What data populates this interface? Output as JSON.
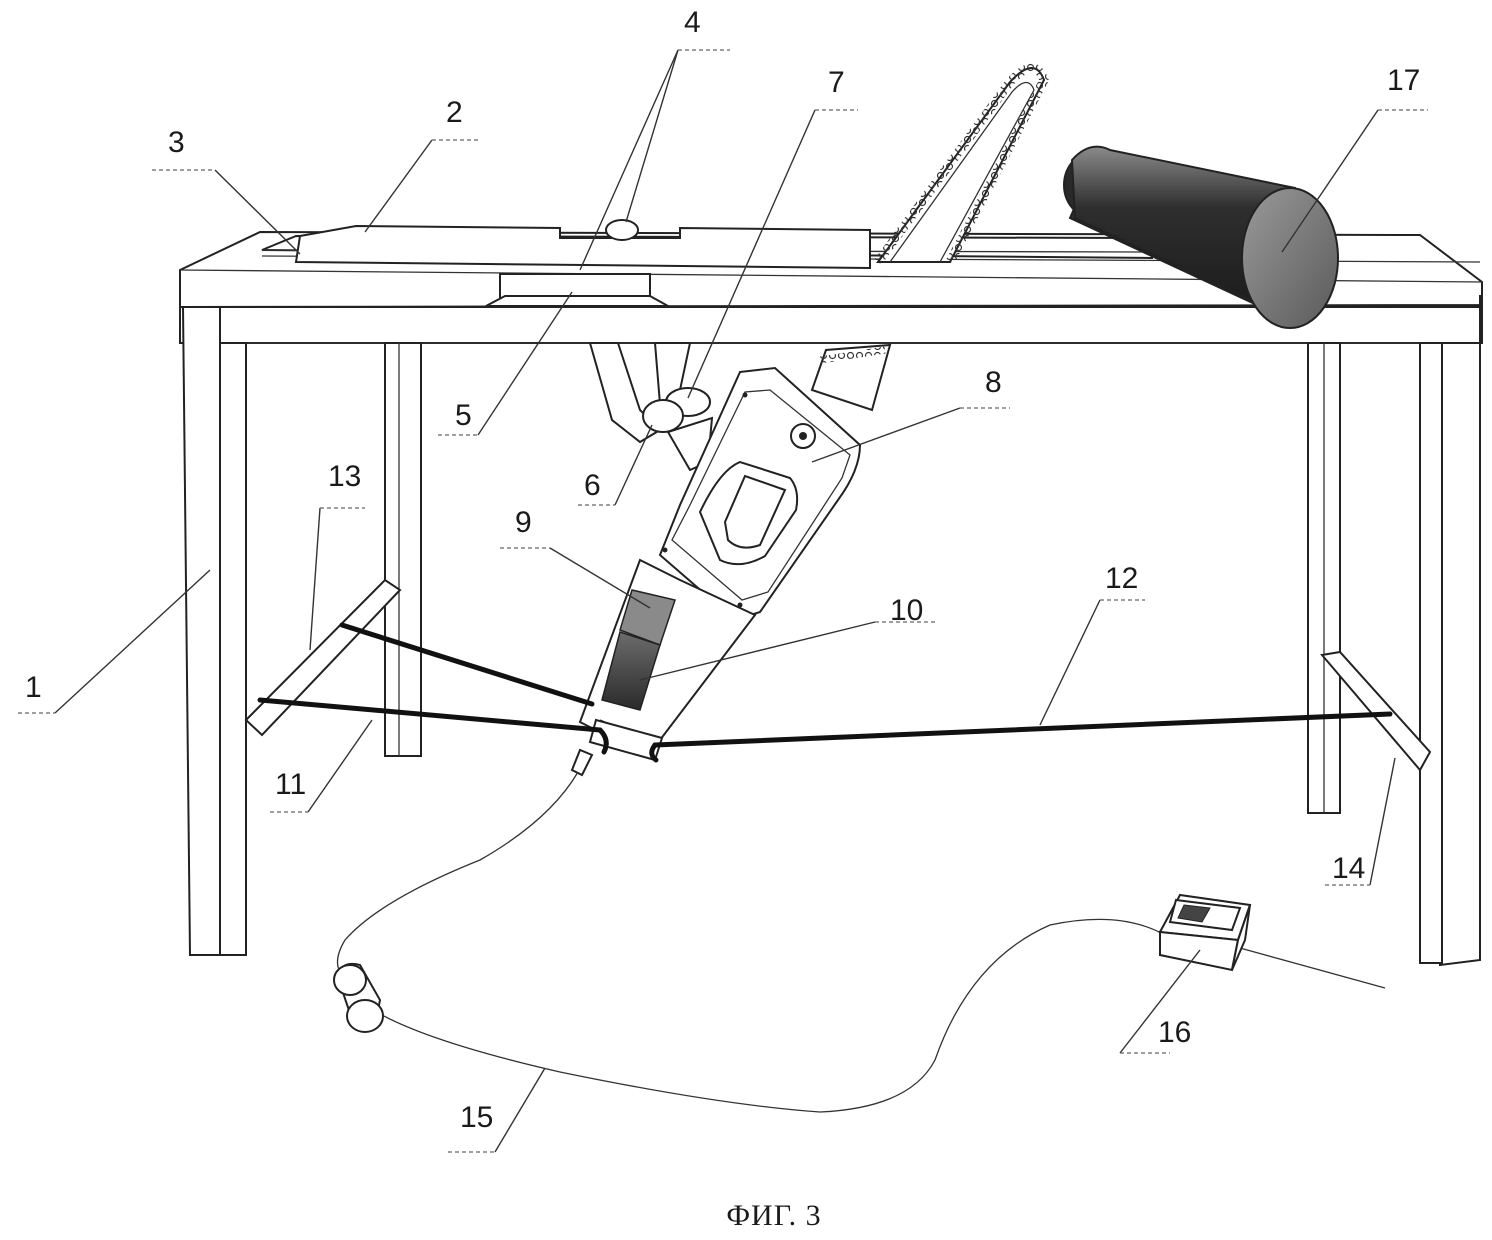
{
  "figure": {
    "caption": "ФИГ. 3",
    "labels": [
      "1",
      "2",
      "3",
      "4",
      "5",
      "6",
      "7",
      "8",
      "9",
      "10",
      "11",
      "12",
      "13",
      "14",
      "15",
      "16",
      "17"
    ],
    "colors": {
      "ink": "#222222",
      "background": "#ffffff",
      "rope": "#111111"
    }
  }
}
